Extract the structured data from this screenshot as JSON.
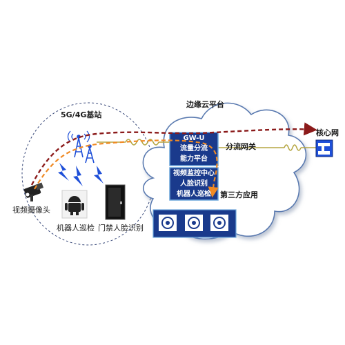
{
  "labels": {
    "base_station": "5G/4G基站",
    "edge_cloud": "边缘云平台",
    "core_network": "核心网",
    "split_gateway": "分流网关",
    "third_party": "第三方应用",
    "camera": "视频摄像头",
    "robot": "机器人巡检",
    "door": "门禁人脸识别"
  },
  "gw_box": {
    "line1": "GW-U",
    "line2": "流量分流",
    "line3": "能力平台"
  },
  "app_box": {
    "line1": "视频监控中心",
    "line2": "人脸识别",
    "line3": "机器人巡检"
  },
  "colors": {
    "box_fill": "#1a3a8c",
    "box_border": "#6fa8dc",
    "red_path": "#8b1a1a",
    "orange_path": "#f08a24",
    "tower": "#1e4fd8",
    "link_line": "#b5a642",
    "cloud_stroke": "#5a7ab0"
  }
}
